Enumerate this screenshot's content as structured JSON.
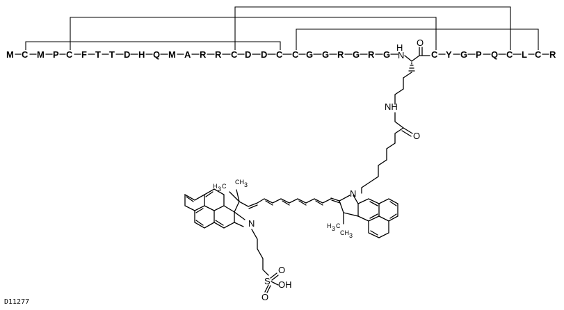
{
  "compound_id": "D11277",
  "peptide": {
    "residues": [
      "M",
      "C",
      "M",
      "P",
      "C",
      "F",
      "T",
      "T",
      "D",
      "H",
      "Q",
      "M",
      "A",
      "R",
      "R",
      "C",
      "D",
      "D",
      "C",
      "C",
      "G",
      "G",
      "R",
      "G",
      "R",
      "G",
      "N",
      "",
      "C",
      "Y",
      "G",
      "P",
      "Q",
      "C",
      "L",
      "C",
      "R"
    ]
  },
  "atoms": {
    "nh_top": "H",
    "nh_top_n": "N",
    "oxygen_carbonyl": "O",
    "amide_nh": "NH",
    "amide_o": "O",
    "n_left": "N",
    "n_right": "N",
    "ch3_left_a": "H",
    "ch3_left_a_sub": "3",
    "ch3_left_a_c": "C",
    "ch3_left_b": "CH",
    "ch3_left_b_sub": "3",
    "ch3_right_a": "H",
    "ch3_right_a_sub": "3",
    "ch3_right_a_c": "C",
    "ch3_right_b": "CH",
    "ch3_right_b_sub": "3",
    "sulfur": "S",
    "o_top": "O",
    "o_bottom": "O",
    "oh": "OH"
  }
}
